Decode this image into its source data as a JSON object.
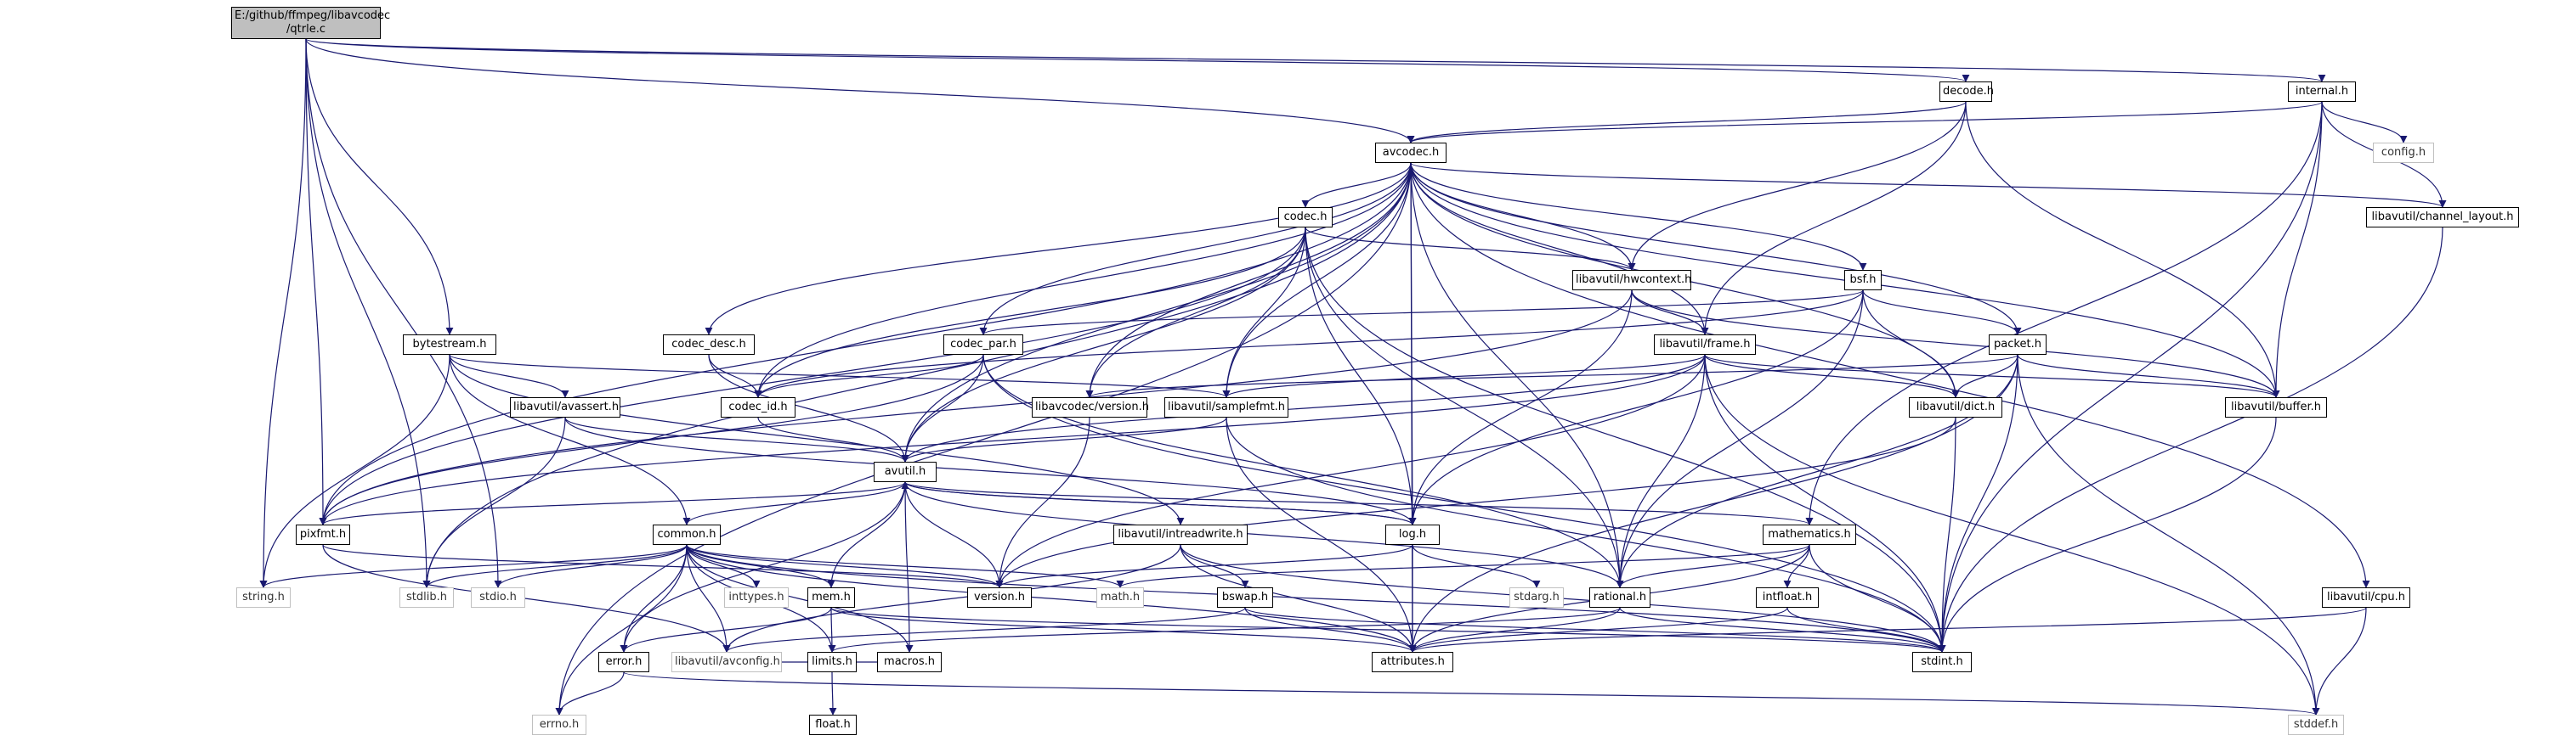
{
  "diagram": {
    "colors": {
      "edge": "#191970",
      "node_border": "#000000",
      "system_border": "#c0c0c0",
      "root_fill": "#bfbfbf"
    },
    "nodes": {
      "root": [
        "E:/github/ffmpeg/libavcodec",
        "/qtrle.c"
      ],
      "decode": "decode.h",
      "internal": "internal.h",
      "avcodec": "avcodec.h",
      "config": "config.h",
      "channel_layout": "libavutil/channel_layout.h",
      "codec": "codec.h",
      "hwcontext": "libavutil/hwcontext.h",
      "bsf": "bsf.h",
      "bytestream": "bytestream.h",
      "codec_desc": "codec_desc.h",
      "codec_par": "codec_par.h",
      "frame": "libavutil/frame.h",
      "packet": "packet.h",
      "avassert": "libavutil/avassert.h",
      "codec_id": "codec_id.h",
      "avcodec_version": "libavcodec/version.h",
      "samplefmt": "libavutil/samplefmt.h",
      "dict": "libavutil/dict.h",
      "buffer": "libavutil/buffer.h",
      "avutil": "avutil.h",
      "pixfmt": "pixfmt.h",
      "common": "common.h",
      "intreadwrite": "libavutil/intreadwrite.h",
      "log": "log.h",
      "mathematics": "mathematics.h",
      "string": "string.h",
      "stdlib": "stdlib.h",
      "stdio": "stdio.h",
      "inttypes": "inttypes.h",
      "mem": "mem.h",
      "version": "version.h",
      "math": "math.h",
      "bswap": "bswap.h",
      "stdarg": "stdarg.h",
      "rational": "rational.h",
      "intfloat": "intfloat.h",
      "cpu": "libavutil/cpu.h",
      "error": "error.h",
      "avconfig": "libavutil/avconfig.h",
      "limits": "limits.h",
      "macros": "macros.h",
      "attributes": "attributes.h",
      "stdint": "stdint.h",
      "errno": "errno.h",
      "float": "float.h",
      "stddef": "stddef.h"
    }
  }
}
